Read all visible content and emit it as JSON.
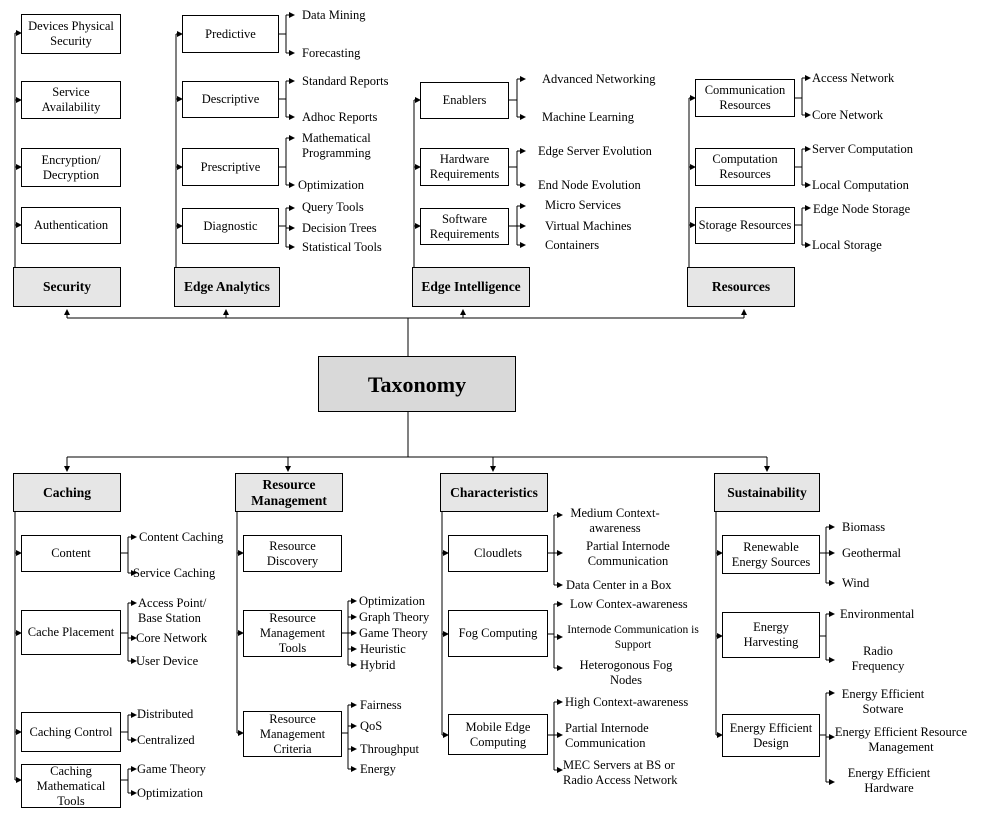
{
  "diagram": {
    "root": "Taxonomy",
    "top": {
      "security": {
        "label": "Security",
        "items": [
          "Devices Physical Security",
          "Service Availability",
          "Encryption/ Decryption",
          "Authentication"
        ]
      },
      "edge_analytics": {
        "label": "Edge Analytics",
        "groups": [
          {
            "label": "Predictive",
            "leaves": [
              "Data Mining",
              "Forecasting"
            ]
          },
          {
            "label": "Descriptive",
            "leaves": [
              "Standard Reports",
              "Adhoc Reports"
            ]
          },
          {
            "label": "Prescriptive",
            "leaves": [
              "Mathematical Programming",
              "Optimization"
            ]
          },
          {
            "label": "Diagnostic",
            "leaves": [
              "Query Tools",
              "Decision Trees",
              "Statistical Tools"
            ]
          }
        ]
      },
      "edge_intelligence": {
        "label": "Edge Intelligence",
        "groups": [
          {
            "label": "Enablers",
            "leaves": [
              "Advanced Networking",
              "Machine Learning"
            ]
          },
          {
            "label": "Hardware Requirements",
            "leaves": [
              "Edge Server Evolution",
              "End Node Evolution"
            ]
          },
          {
            "label": "Software Requirements",
            "leaves": [
              "Micro Services",
              "Virtual Machines",
              "Containers"
            ]
          }
        ]
      },
      "resources": {
        "label": "Resources",
        "groups": [
          {
            "label": "Communication Resources",
            "leaves": [
              "Access Network",
              "Core Network"
            ]
          },
          {
            "label": "Computation Resources",
            "leaves": [
              "Server Computation",
              "Local Computation"
            ]
          },
          {
            "label": "Storage Resources",
            "leaves": [
              "Edge Node Storage",
              "Local Storage"
            ]
          }
        ]
      }
    },
    "bottom": {
      "caching": {
        "label": "Caching",
        "groups": [
          {
            "label": "Content",
            "leaves": [
              "Content Caching",
              "Service Caching"
            ]
          },
          {
            "label": "Cache Placement",
            "leaves": [
              "Access Point/ Base Station",
              "Core Network",
              "User Device"
            ]
          },
          {
            "label": "Caching Control",
            "leaves": [
              "Distributed",
              "Centralized"
            ]
          },
          {
            "label": "Caching Mathematical Tools",
            "leaves": [
              "Game Theory",
              "Optimization"
            ]
          }
        ]
      },
      "resource_management": {
        "label": "Resource Management",
        "groups": [
          {
            "label": "Resource Discovery",
            "leaves": []
          },
          {
            "label": "Resource Management Tools",
            "leaves": [
              "Optimization",
              "Graph Theory",
              "Game Theory",
              "Heuristic",
              "Hybrid"
            ]
          },
          {
            "label": "Resource Management Criteria",
            "leaves": [
              "Fairness",
              "QoS",
              "Throughput",
              "Energy"
            ]
          }
        ]
      },
      "characteristics": {
        "label": "Characteristics",
        "groups": [
          {
            "label": "Cloudlets",
            "leaves": [
              "Medium Context-awareness",
              "Partial Internode Communication",
              "Data Center in a Box"
            ]
          },
          {
            "label": "Fog Computing",
            "leaves": [
              "Low Contex-awareness",
              "Internode Communication is Support",
              "Heterogonous Fog Nodes"
            ]
          },
          {
            "label": "Mobile Edge Computing",
            "leaves": [
              "High Context-awareness",
              "Partial Internode Communication",
              "MEC Servers at BS or Radio Access Network"
            ]
          }
        ]
      },
      "sustainability": {
        "label": "Sustainability",
        "groups": [
          {
            "label": "Renewable Energy Sources",
            "leaves": [
              "Biomass",
              "Geothermal",
              "Wind"
            ]
          },
          {
            "label": "Energy Harvesting",
            "leaves": [
              "Environmental",
              "Radio Frequency"
            ]
          },
          {
            "label": "Energy Efficient Design",
            "leaves": [
              "Energy Efficient Sotware",
              "Energy Efficient Resource Management",
              "Energy Efficient Hardware"
            ]
          }
        ]
      }
    }
  }
}
